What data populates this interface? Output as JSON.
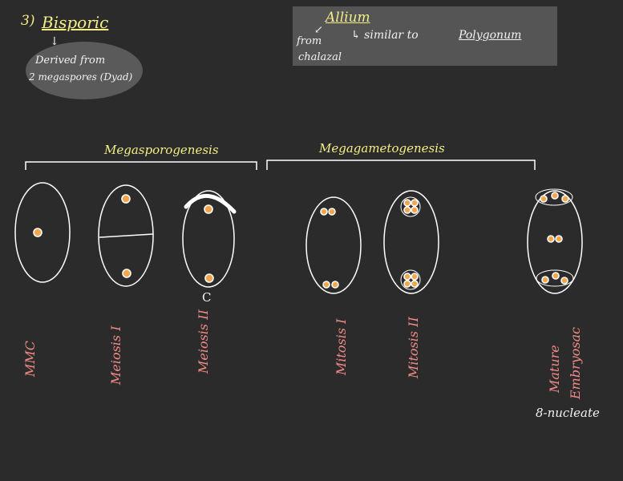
{
  "heading": {
    "number": "3)",
    "title": "Bisporic"
  },
  "bubble": {
    "line1": "Derived from",
    "line2": "2 megaspores (Dyad)"
  },
  "note": {
    "title": "Allium",
    "word_from": "from",
    "word_chalazal": "chalazal",
    "similar": "↳ similar to",
    "polygonum": "Polygonum"
  },
  "groups": {
    "megasporogenesis": "Megasporogenesis",
    "megagametogenesis": "Megagametogenesis"
  },
  "chalaza_mark": "C",
  "stages": [
    "MMC",
    "Meiosis I",
    "Meiosis II",
    "Mitosis I",
    "Mitosis II",
    "Mature",
    "Embryosac"
  ],
  "mature_note": "8-nucleate",
  "colors": {
    "background": "#2b2b2b",
    "nucleus": "#f5a64a",
    "outline": "#ffffff",
    "highlight_yellow": "#f3ef86",
    "stage_label": "#f08a86"
  }
}
